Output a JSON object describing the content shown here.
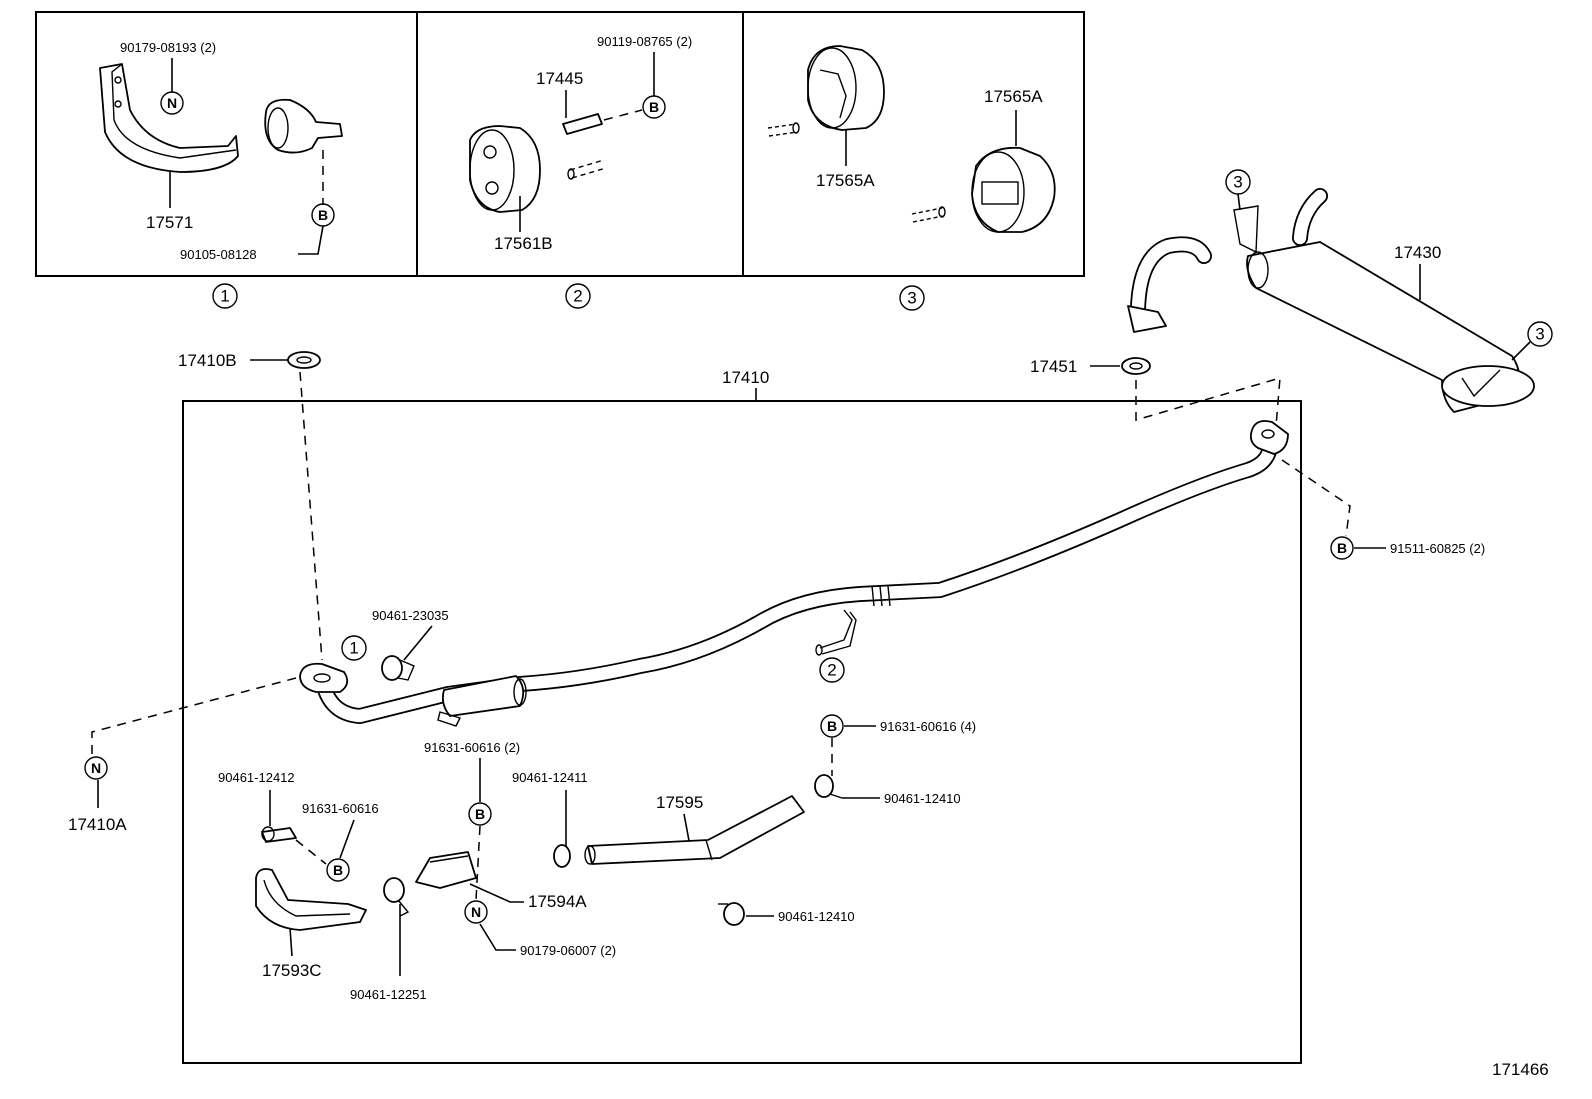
{
  "diagram_id": "171466",
  "panels": {
    "panel1": {
      "index": "1",
      "parts": {
        "bracket": "17571",
        "nut": "90179-08193 (2)",
        "bolt": "90105-08128"
      }
    },
    "panel2": {
      "index": "2",
      "parts": {
        "pin": "17445",
        "hanger": "17561B",
        "bolt": "90119-08765 (2)"
      }
    },
    "panel3": {
      "index": "3",
      "parts": {
        "hanger_a": "17565A",
        "hanger_b": "17565A"
      }
    }
  },
  "main": {
    "assembly": "17410",
    "gasket_front": "17410B",
    "nut_front": "17410A",
    "gasket_rear": "17451",
    "muffler": "17430",
    "bolt_rear": "91511-60825 (2)",
    "clamp_top": "90461-23035",
    "heat_insulator_a": "17594A",
    "heat_insulator_c": "17593C",
    "heat_insulator_pipe": "17595",
    "bolt_a": "91631-60616 (2)",
    "bolt_b": "91631-60616",
    "bolt_c": "91631-60616 (4)",
    "nut_insulator": "90179-06007 (2)",
    "clamp_12412": "90461-12412",
    "clamp_12411": "90461-12411",
    "clamp_12410_a": "90461-12410",
    "clamp_12410_b": "90461-12410",
    "clamp_12251": "90461-12251"
  },
  "callouts": {
    "one": "1",
    "two": "2",
    "three": "3"
  },
  "symbols": {
    "nut": "N",
    "bolt": "B"
  }
}
